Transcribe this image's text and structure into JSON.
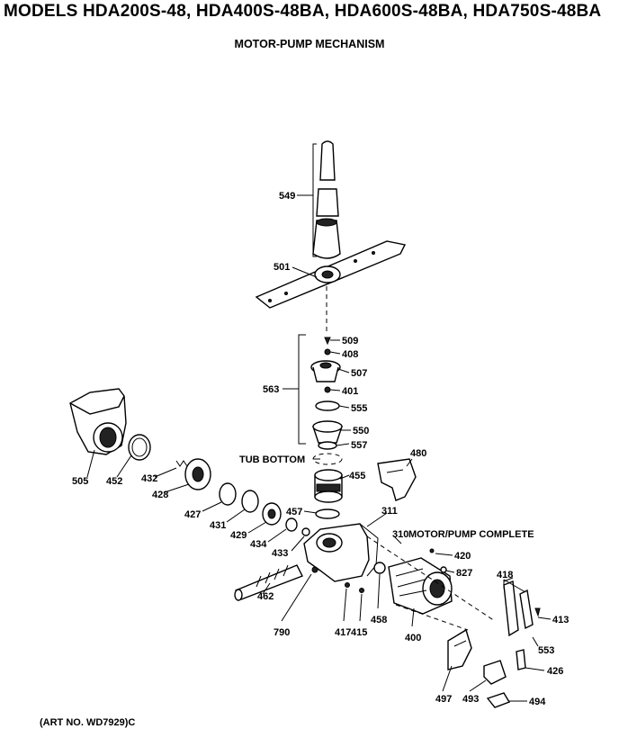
{
  "header": {
    "title": "MODELS HDA200S-48, HDA400S-48BA, HDA600S-48BA, HDA750S-48BA",
    "subtitle": "MOTOR-PUMP MECHANISM"
  },
  "footer": {
    "art_no": "(ART NO. WD7929)C"
  },
  "callouts": {
    "p549": "549",
    "p501": "501",
    "p509": "509",
    "p408": "408",
    "p507": "507",
    "p563": "563",
    "p401": "401",
    "p555": "555",
    "p550": "550",
    "p557": "557",
    "p480": "480",
    "tub_bottom": "TUB BOTTOM",
    "p455": "455",
    "p505": "505",
    "p452": "452",
    "p432": "432",
    "p428": "428",
    "p427": "427",
    "p431": "431",
    "p429": "429",
    "p434": "434",
    "p457": "457",
    "p433": "433",
    "p311": "311",
    "p310": "310",
    "motor_pump_complete": "MOTOR/PUMP COMPLETE",
    "p420": "420",
    "p827": "827",
    "p418": "418",
    "p413": "413",
    "p462": "462",
    "p790": "790",
    "p417": "417",
    "p415": "415",
    "p458": "458",
    "p400": "400",
    "p553": "553",
    "p426": "426",
    "p497": "497",
    "p493": "493",
    "p494": "494"
  }
}
